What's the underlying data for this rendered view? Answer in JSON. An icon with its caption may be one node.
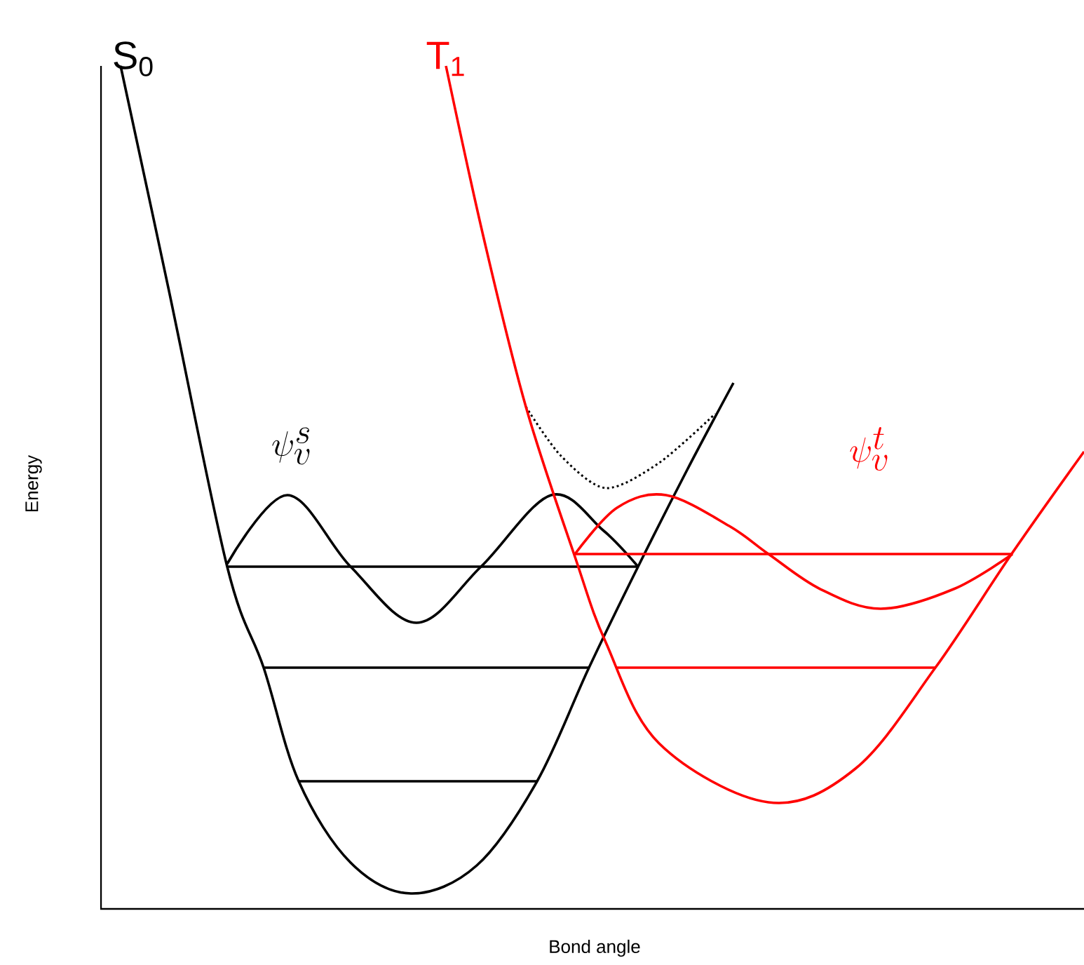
{
  "diagram": {
    "labels": [
      "S$_{0}$",
      "T$_{1}$",
      "\\psi_v^s",
      "\\psi_v^t",
      "Energy",
      "Bond angle"
    ]
  }
}
